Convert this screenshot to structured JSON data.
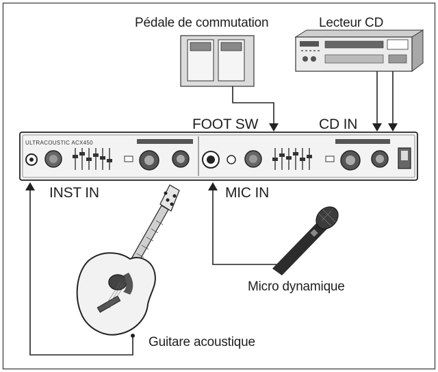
{
  "labels": {
    "pedal": "Pédale de commutation",
    "cd_player": "Lecteur CD",
    "foot_sw": "FOOT SW",
    "cd_in": "CD IN",
    "inst_in": "INST IN",
    "mic_in": "MIC IN",
    "mic": "Micro dynamique",
    "guitar": "Guitare acoustique",
    "amp_brand": "ULTRACOUSTIC ACX450"
  },
  "colors": {
    "line": "#222222",
    "device_fill": "#ececec",
    "device_dark": "#bdbdbd",
    "frame": "#555555"
  },
  "icons": [
    "footswitch-pedal-icon",
    "cd-player-icon",
    "amplifier-icon",
    "microphone-icon",
    "acoustic-guitar-icon"
  ]
}
